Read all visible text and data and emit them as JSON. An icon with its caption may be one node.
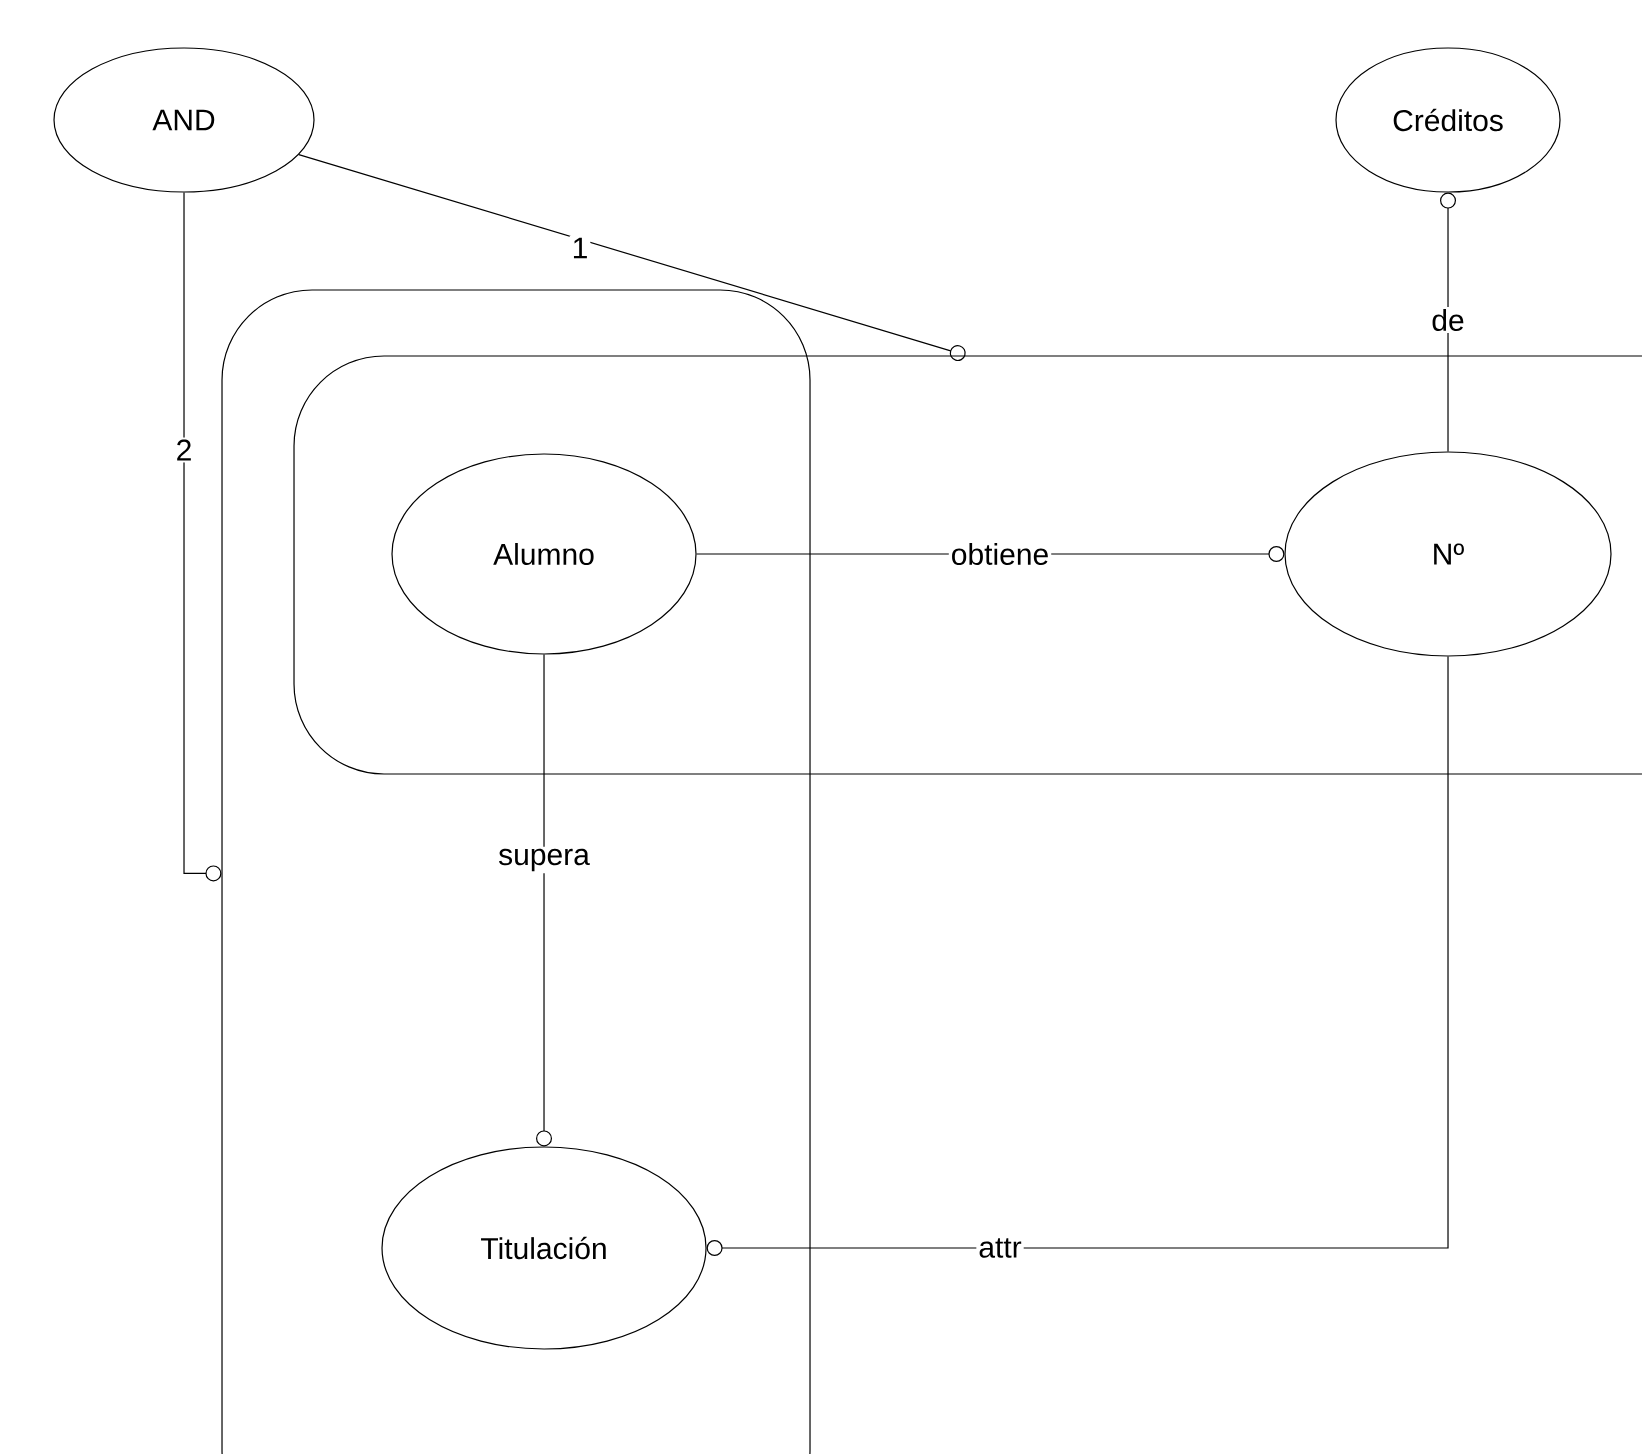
{
  "diagram": {
    "nodes": [
      {
        "text": [
          "AND"
        ]
      },
      {
        "text": [
          "Créditos"
        ]
      },
      {
        "text": [],
        "shape": "box"
      },
      {
        "text": [],
        "shape": "box"
      },
      {
        "text": [
          "Alumno"
        ]
      },
      {
        "text": [
          "Nº"
        ],
        "in": 3
      },
      {
        "text": [
          "Titulación"
        ],
        "in": 2
      }
    ],
    "edges": [
      {
        "from": 0,
        "to": 3,
        "arrow": "other",
        "label": "1"
      },
      {
        "from": 0,
        "to": 2,
        "arrow": "other",
        "label": "2"
      },
      {
        "from": 5,
        "to": 1,
        "arrow": "other",
        "label": "de"
      },
      {
        "from": 4,
        "to": 5,
        "arrow": "other",
        "label": "obtiene"
      },
      {
        "from": 4,
        "to": 6,
        "arrow": "other",
        "label": "supera"
      },
      {
        "from": 5,
        "to": 6,
        "arrow": "other",
        "label": "attr"
      }
    ]
  }
}
